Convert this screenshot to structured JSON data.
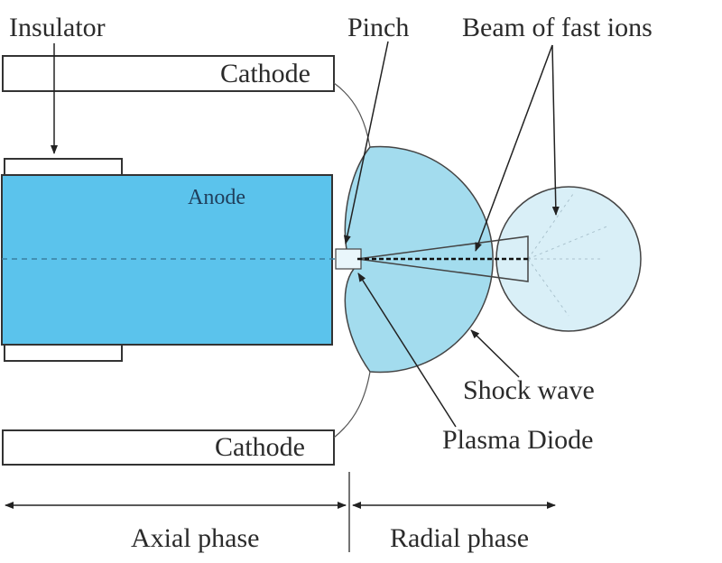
{
  "labels": {
    "insulator": "Insulator",
    "pinch": "Pinch",
    "beam": "Beam of fast ions",
    "cathode_top": "Cathode",
    "anode": "Anode",
    "shock_wave": "Shock wave",
    "plasma_diode": "Plasma Diode",
    "cathode_bottom": "Cathode",
    "axial_phase": "Axial phase",
    "radial_phase": "Radial phase"
  },
  "colors": {
    "anode_fill": "#5bc3ec",
    "plasma_fill": "#a3dcee",
    "beam_glow_fill": "#d9eff7",
    "outline": "#333333"
  }
}
